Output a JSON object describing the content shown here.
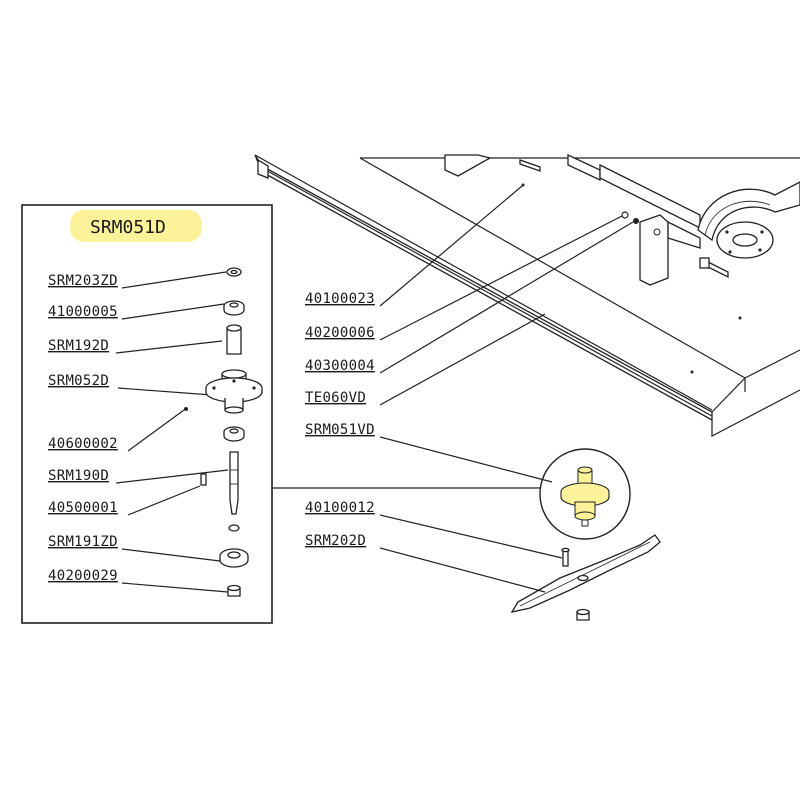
{
  "kit": {
    "title": "SRM051D",
    "highlight_color": "#fbf29a"
  },
  "kit_parts": [
    {
      "code": "SRM203ZD",
      "part_icon": "washer-icon"
    },
    {
      "code": "41000005",
      "part_icon": "bearing-icon"
    },
    {
      "code": "SRM192D",
      "part_icon": "spacer-tube-icon"
    },
    {
      "code": "SRM052D",
      "part_icon": "spindle-housing-icon"
    },
    {
      "code": "40600002",
      "part_icon": "grease-nipple-icon"
    },
    {
      "code": "SRM190D",
      "part_icon": "spindle-shaft-icon"
    },
    {
      "code": "40500001",
      "part_icon": "key-icon"
    },
    {
      "code": "SRM191ZD",
      "part_icon": "blade-hub-icon"
    },
    {
      "code": "40200029",
      "part_icon": "nut-icon"
    }
  ],
  "deck_parts": [
    {
      "code": "40100023"
    },
    {
      "code": "40200006"
    },
    {
      "code": "40300004"
    },
    {
      "code": "TE060VD"
    },
    {
      "code": "SRM051VD"
    },
    {
      "code": "40100012"
    },
    {
      "code": "SRM202D"
    }
  ]
}
